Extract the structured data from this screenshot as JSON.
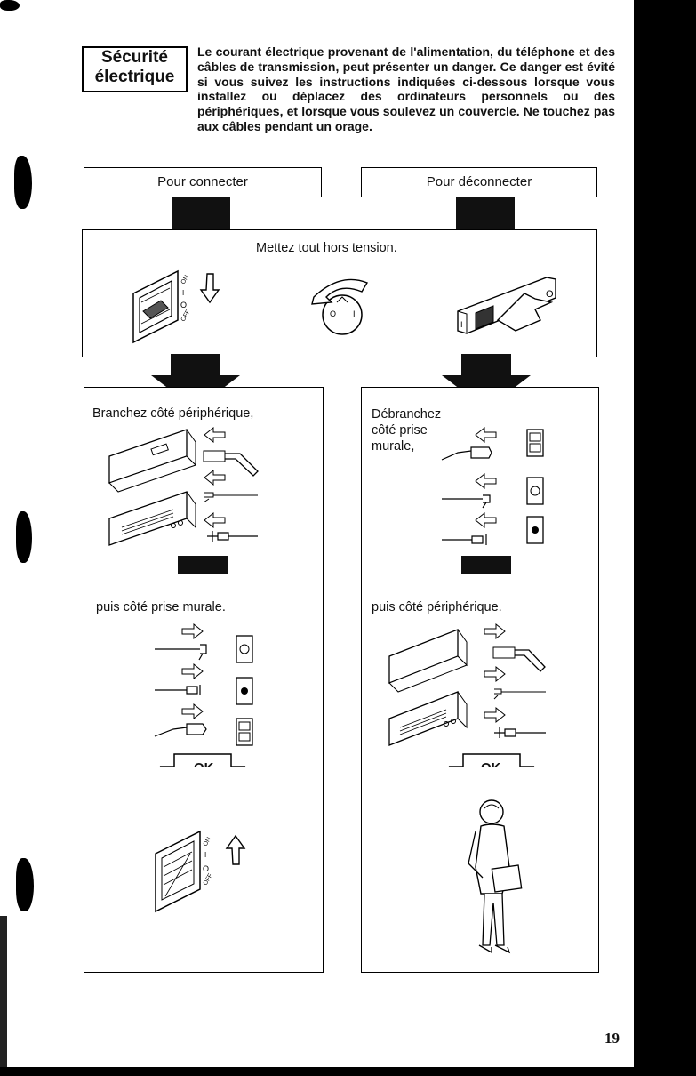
{
  "title": {
    "line1": "Sécurité",
    "line2": "électrique"
  },
  "intro": "Le courant électrique provenant de l'alimentation, du téléphone et des câbles de transmission, peut présenter un danger. Ce danger est évité si vous suivez les instructions indiquées ci-dessous lorsque vous installez ou déplacez des ordinateurs personnels ou des périphériques, et lorsque vous soulevez un couvercle. Ne touchez pas aux câbles pendant un orage.",
  "headers": {
    "connect": "Pour connecter",
    "disconnect": "Pour déconnecter"
  },
  "power_off": "Mettez tout hors tension.",
  "connect": {
    "step1": "Branchez côté périphérique,",
    "step2": "puis côté prise murale.",
    "ok": "OK"
  },
  "disconnect": {
    "step1_line1": "Débranchez",
    "step1_line2": "côté prise",
    "step1_line3": "murale,",
    "step2": "puis côté périphérique.",
    "ok": "OK"
  },
  "switch_labels": {
    "on": "ON",
    "i": "I",
    "o": "O",
    "off": "OFF"
  },
  "page_number": "19"
}
